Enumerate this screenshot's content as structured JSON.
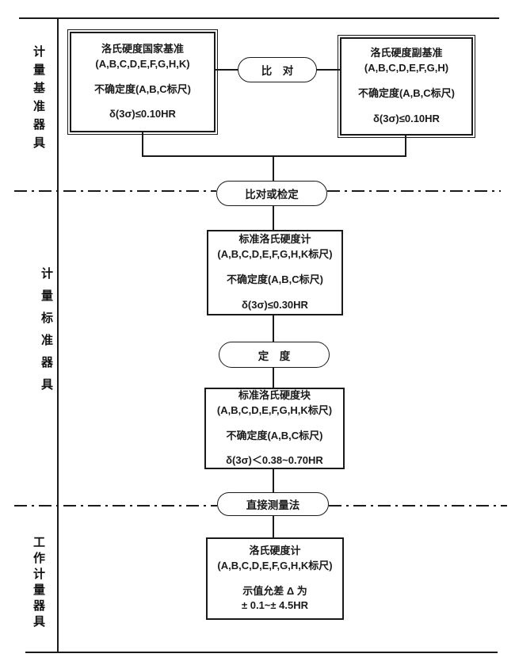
{
  "diagram": {
    "title_semantic": "洛氏硬度量值传递系统框图",
    "colors": {
      "ink": "#1a1a1a",
      "paper": "#ffffff"
    },
    "sections": [
      {
        "label": "计量基准器具"
      },
      {
        "label": "计量标准器具"
      },
      {
        "label": "工作计量器具"
      }
    ],
    "boxes": {
      "national": {
        "lines": [
          "洛氏硬度国家基准",
          "(A,B,C,D,E,F,G,H,K)",
          "不确定度(A,B,C标尺)",
          "δ(3σ)≤0.10HR"
        ]
      },
      "secondary": {
        "lines": [
          "洛氏硬度副基准",
          "(A,B,C,D,E,F,G,H)",
          "不确定度(A,B,C标尺)",
          "δ(3σ)≤0.10HR"
        ]
      },
      "std_tester": {
        "lines": [
          "标准洛氏硬度计",
          "(A,B,C,D,E,F,G,H,K标尺)",
          "不确定度(A,B,C标尺)",
          "δ(3σ)≤0.30HR"
        ]
      },
      "std_block": {
        "lines": [
          "标准洛氏硬度块",
          "(A,B,C,D,E,F,G,H,K标尺)",
          "不确定度(A,B,C标尺)",
          "δ(3σ)＜0.38~0.70HR"
        ]
      },
      "work_tester": {
        "lines": [
          "洛氏硬度计",
          "(A,B,C,D,E,F,G,H,K标尺)",
          "示值允差 Δ 为",
          "± 0.1~± 4.5HR"
        ]
      }
    },
    "ovals": {
      "compare": "比　对",
      "compare_or_verify": "比对或检定",
      "grading": "定　度",
      "direct_measurement": "直接测量法"
    }
  }
}
